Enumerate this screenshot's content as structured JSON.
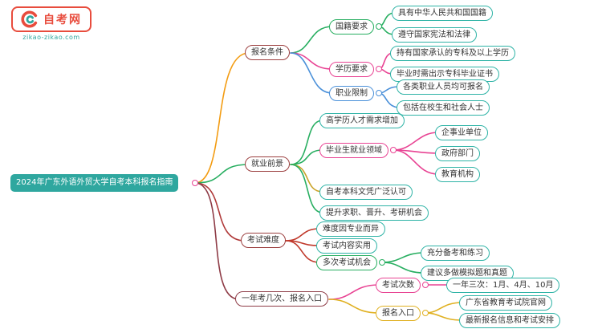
{
  "logo": {
    "name": "自考网",
    "site": "zikao-zikao.com"
  },
  "root": {
    "label": "2024年广东外语外贸大学自考本科报名指南"
  },
  "branches": {
    "conditions": {
      "label": "报名条件",
      "nationality": {
        "label": "国籍要求",
        "items": [
          "具有中华人民共和国国籍",
          "遵守国家宪法和法律"
        ]
      },
      "education": {
        "label": "学历要求",
        "items": [
          "持有国家承认的专科及以上学历",
          "毕业时需出示专科毕业证书"
        ]
      },
      "occupation": {
        "label": "职业限制",
        "items": [
          "各类职业人员均可报名",
          "包括在校生和社会人士"
        ]
      }
    },
    "prospects": {
      "label": "就业前景",
      "items": [
        "高学历人才需求增加",
        "自考本科文凭广泛认可",
        "提升求职、晋升、考研机会"
      ],
      "fields": {
        "label": "毕业生就业领域",
        "items": [
          "企事业单位",
          "政府部门",
          "教育机构"
        ]
      }
    },
    "difficulty": {
      "label": "考试难度",
      "items": [
        "难度因专业而异",
        "考试内容实用"
      ],
      "chances": {
        "label": "多次考试机会",
        "items": [
          "充分备考和练习",
          "建议多做模拟题和真题"
        ]
      }
    },
    "schedule": {
      "label": "一年考几次、报名入口",
      "times": {
        "label": "考试次数",
        "items": [
          "一年三次：1月、4月、10月"
        ]
      },
      "portal": {
        "label": "报名入口",
        "items": [
          "广东省教育考试院官网",
          "最新报名信息和考试安排"
        ]
      }
    }
  },
  "colors": {
    "root_teal": "#2fa79f",
    "leaf_teal": "#2eb3a6",
    "orange": "#f39c12",
    "green": "#27ae60",
    "pink": "#e84393",
    "blue": "#4a90d9",
    "darkred": "#9c3f3f",
    "maroon": "#8e3b46",
    "red_line": "#c0392b",
    "yellow": "#e0b020",
    "logo_red": "#e84c3d"
  }
}
